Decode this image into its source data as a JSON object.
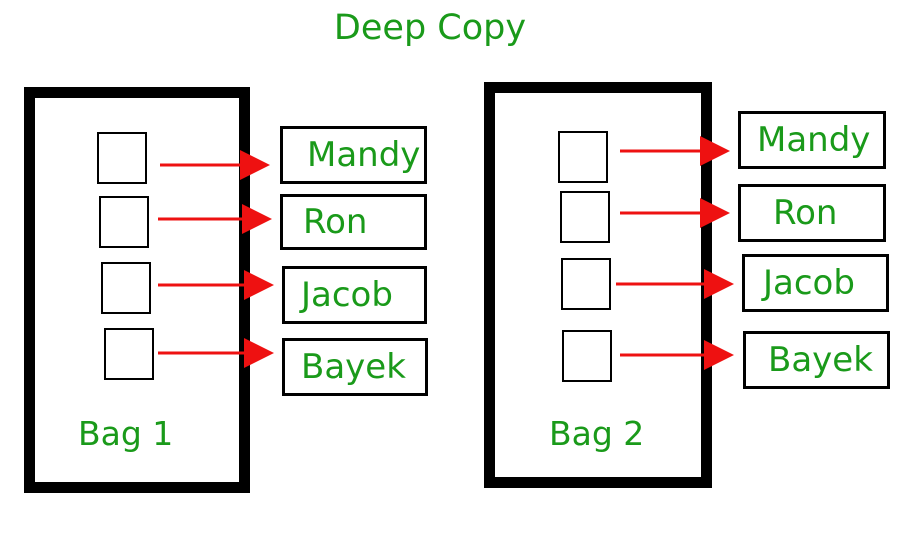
{
  "title": "Deep Copy",
  "colors": {
    "label_green": "#1a9a1a",
    "arrow_red": "#ee1111",
    "border_black": "#000000"
  },
  "bags": [
    {
      "label": "Bag 1",
      "items": [
        "Mandy",
        "Ron",
        "Jacob",
        "Bayek"
      ]
    },
    {
      "label": "Bag 2",
      "items": [
        "Mandy",
        "Ron",
        "Jacob",
        "Bayek"
      ]
    }
  ]
}
